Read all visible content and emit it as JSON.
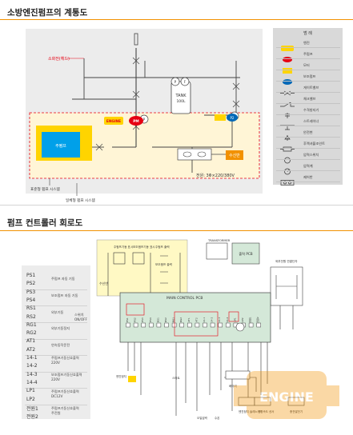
{
  "section1": {
    "title": "소방엔진펌프의 계통도"
  },
  "section2": {
    "title": "펌프 컨트롤러 회로도"
  },
  "system_diagram": {
    "label_sprinkler_head": "소화전(헤드)",
    "label_tank": "TANK",
    "label_tank_cap": "100L",
    "label_engine": "ENGINE",
    "label_pm": "PM",
    "label_main_pump": "주펌프",
    "label_panel": "수신반",
    "label_power": "전원: 3Φ×220/380V",
    "label_standard_system": "표준형 펌프 시스템",
    "label_integrated_system": "일체형 펌프 시스템",
    "label_gauge_p": "P",
    "label_gauge_f": "F",
    "label_p2": "P2"
  },
  "legend": {
    "title": "범 례",
    "items": [
      {
        "label": "엔진",
        "icon": "engine-icon"
      },
      {
        "label": "주펌프",
        "icon": "main-pump-icon"
      },
      {
        "label": "모터",
        "icon": "motor-icon"
      },
      {
        "label": "보조펌프",
        "icon": "aux-pump-icon"
      },
      {
        "label": "게이트밸브",
        "icon": "gate-valve-icon"
      },
      {
        "label": "체크밸브",
        "icon": "check-valve-icon"
      },
      {
        "label": "수격방지기",
        "icon": "water-hammer-arrester-icon"
      },
      {
        "label": "스트레이너",
        "icon": "strainer-icon"
      },
      {
        "label": "안전변",
        "icon": "safety-valve-icon"
      },
      {
        "label": "후렉셔블조인트",
        "icon": "flexible-joint-icon"
      },
      {
        "label": "압력스위치",
        "icon": "pressure-switch-icon"
      },
      {
        "label": "압력계",
        "icon": "pressure-gauge-icon"
      },
      {
        "label": "제어반",
        "icon": "control-panel-icon"
      }
    ]
  },
  "circuit": {
    "label_main_board": "MAIN CONTROL PCB",
    "label_output_pcb": "출력 PCB",
    "label_transformer": "TRANSFORMER",
    "label_receiver": "수신반",
    "label_external_panel": "외부전원 연결단자",
    "label_top_left_1": "주펌프기동 표시",
    "label_top_left_2": "보조펌프기동 표시",
    "label_top_left_3": "주펌프 출력",
    "label_top_left_4": "보조펌프 출력",
    "label_board_mid_1": "엔진기동",
    "label_board_mid_2": "엔진정지",
    "label_board_mid_3": "오버크랭크",
    "label_board_mid_4": "배터리충전",
    "label_board_mid_5": "부저",
    "label_bottom_1": "엔진정지",
    "label_bottom_2": "스타트",
    "label_bottom_3": "배터리",
    "label_bottom_4": "엔진정지 솔레노이드",
    "label_bottom_5": "오일압력",
    "label_bottom_6": "수온",
    "label_bottom_7": "엔진속도 센서",
    "label_bottom_8": "충전발전기",
    "terminals": [
      "PS1",
      "PS2",
      "PS3",
      "PS4",
      "RS1",
      "RS2",
      "RG1",
      "RG2",
      "AT1",
      "AT2",
      "14-1",
      "14-2",
      "14-3",
      "14-4",
      "LP1",
      "LP2",
      "전원1",
      "전원2"
    ]
  },
  "terminals": [
    {
      "code": "PS1"
    },
    {
      "code": "PS2"
    },
    {
      "code": "PS3"
    },
    {
      "code": "PS4"
    },
    {
      "code": "RS1"
    },
    {
      "code": "RS2"
    },
    {
      "code": "RG1"
    },
    {
      "code": "RG2"
    },
    {
      "code": "AT1"
    },
    {
      "code": "AT2"
    },
    {
      "code": "14-1"
    },
    {
      "code": "14-2"
    },
    {
      "code": "14-3"
    },
    {
      "code": "14-4"
    },
    {
      "code": "LP1"
    },
    {
      "code": "LP2"
    },
    {
      "code": "전원1"
    },
    {
      "code": "전원2"
    }
  ],
  "terminal_descriptions": {
    "d1": "주펌프 자동 기동",
    "d2": "보조펌프 자동 기동",
    "d3": "외부기동",
    "d4": "스위치",
    "d4b": "ON/OFF",
    "d5": "외부기동정지",
    "d6": "연속동작운전",
    "d7": "주펌프기동신호출력",
    "d7b": "220V",
    "d8": "보조펌프기동신호출력",
    "d8b": "220V",
    "d9": "주펌프기동신호출력",
    "d9b": "DC12V",
    "d10": "주펌프기동신호출력",
    "d10b": "주전원"
  },
  "watermark": {
    "text": "ENGINE"
  },
  "colors": {
    "accent": "#f29100",
    "engine_yellow": "#ffd400",
    "pump_red": "#e60012",
    "aux_blue": "#0068b7",
    "tank_blue": "#00a0e9",
    "system_panel": "#ececec",
    "legend_panel": "#d9d9d9",
    "highlight_red": "#e60012",
    "pale_yellow": "#fff9c4",
    "green_board": "#d4e8d8"
  }
}
